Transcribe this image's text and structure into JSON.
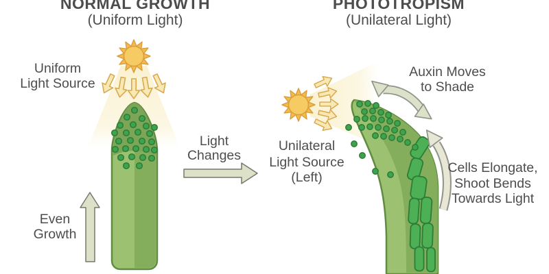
{
  "left_panel": {
    "title": "NORMAL GROWTH",
    "subtitle": "(Uniform Light)",
    "light_source_label_line1": "Uniform",
    "light_source_label_line2": "Light Source",
    "growth_label_line1": "Even",
    "growth_label_line2": "Growth"
  },
  "center": {
    "transition_label_line1": "Light",
    "transition_label_line2": "Changes"
  },
  "right_panel": {
    "title": "PHOTOTROPISM",
    "subtitle": "(Unilateral Light)",
    "auxin_label_line1": "Auxin Moves",
    "auxin_label_line2": "to Shade",
    "light_source_label_line1": "Unilateral",
    "light_source_label_line2": "Light Source",
    "light_source_label_line3": "(Left)",
    "cells_label_line1": "Cells Elongate,",
    "cells_label_line2": "Shoot Bends",
    "cells_label_line3": "Towards Light"
  },
  "icons": {
    "sun": "sun-icon",
    "light_ray": "light-ray-arrow-icon",
    "growth_arrow": "up-arrow-icon",
    "transition_arrow": "right-arrow-icon",
    "auxin_arrow": "curved-double-arrow-icon",
    "bend_arrow": "curved-up-arrow-icon"
  },
  "colors": {
    "background": "#ffffff",
    "text": "#4d4d4d",
    "sun_core": "#f6cb64",
    "sun_rays": "#f3bc4f",
    "sun_outline": "#dc9f3c",
    "light_beam": "#faf1ce",
    "ray_arrow_fill": "#f8e9b4",
    "ray_arrow_stroke": "#d8a94f",
    "shoot_body": "#9cc271",
    "shoot_shade": "#84ae5b",
    "shoot_outline": "#5f8c42",
    "auxin_dot": "#3fa24c",
    "cell_fill": "#4db054",
    "cell_outline": "#2b7d37",
    "big_arrow_fill": "#dde1c8",
    "big_arrow_stroke": "#75796e",
    "curved_arrow_fill": "#dce1ca",
    "curved_arrow_stroke": "#8f9489"
  }
}
